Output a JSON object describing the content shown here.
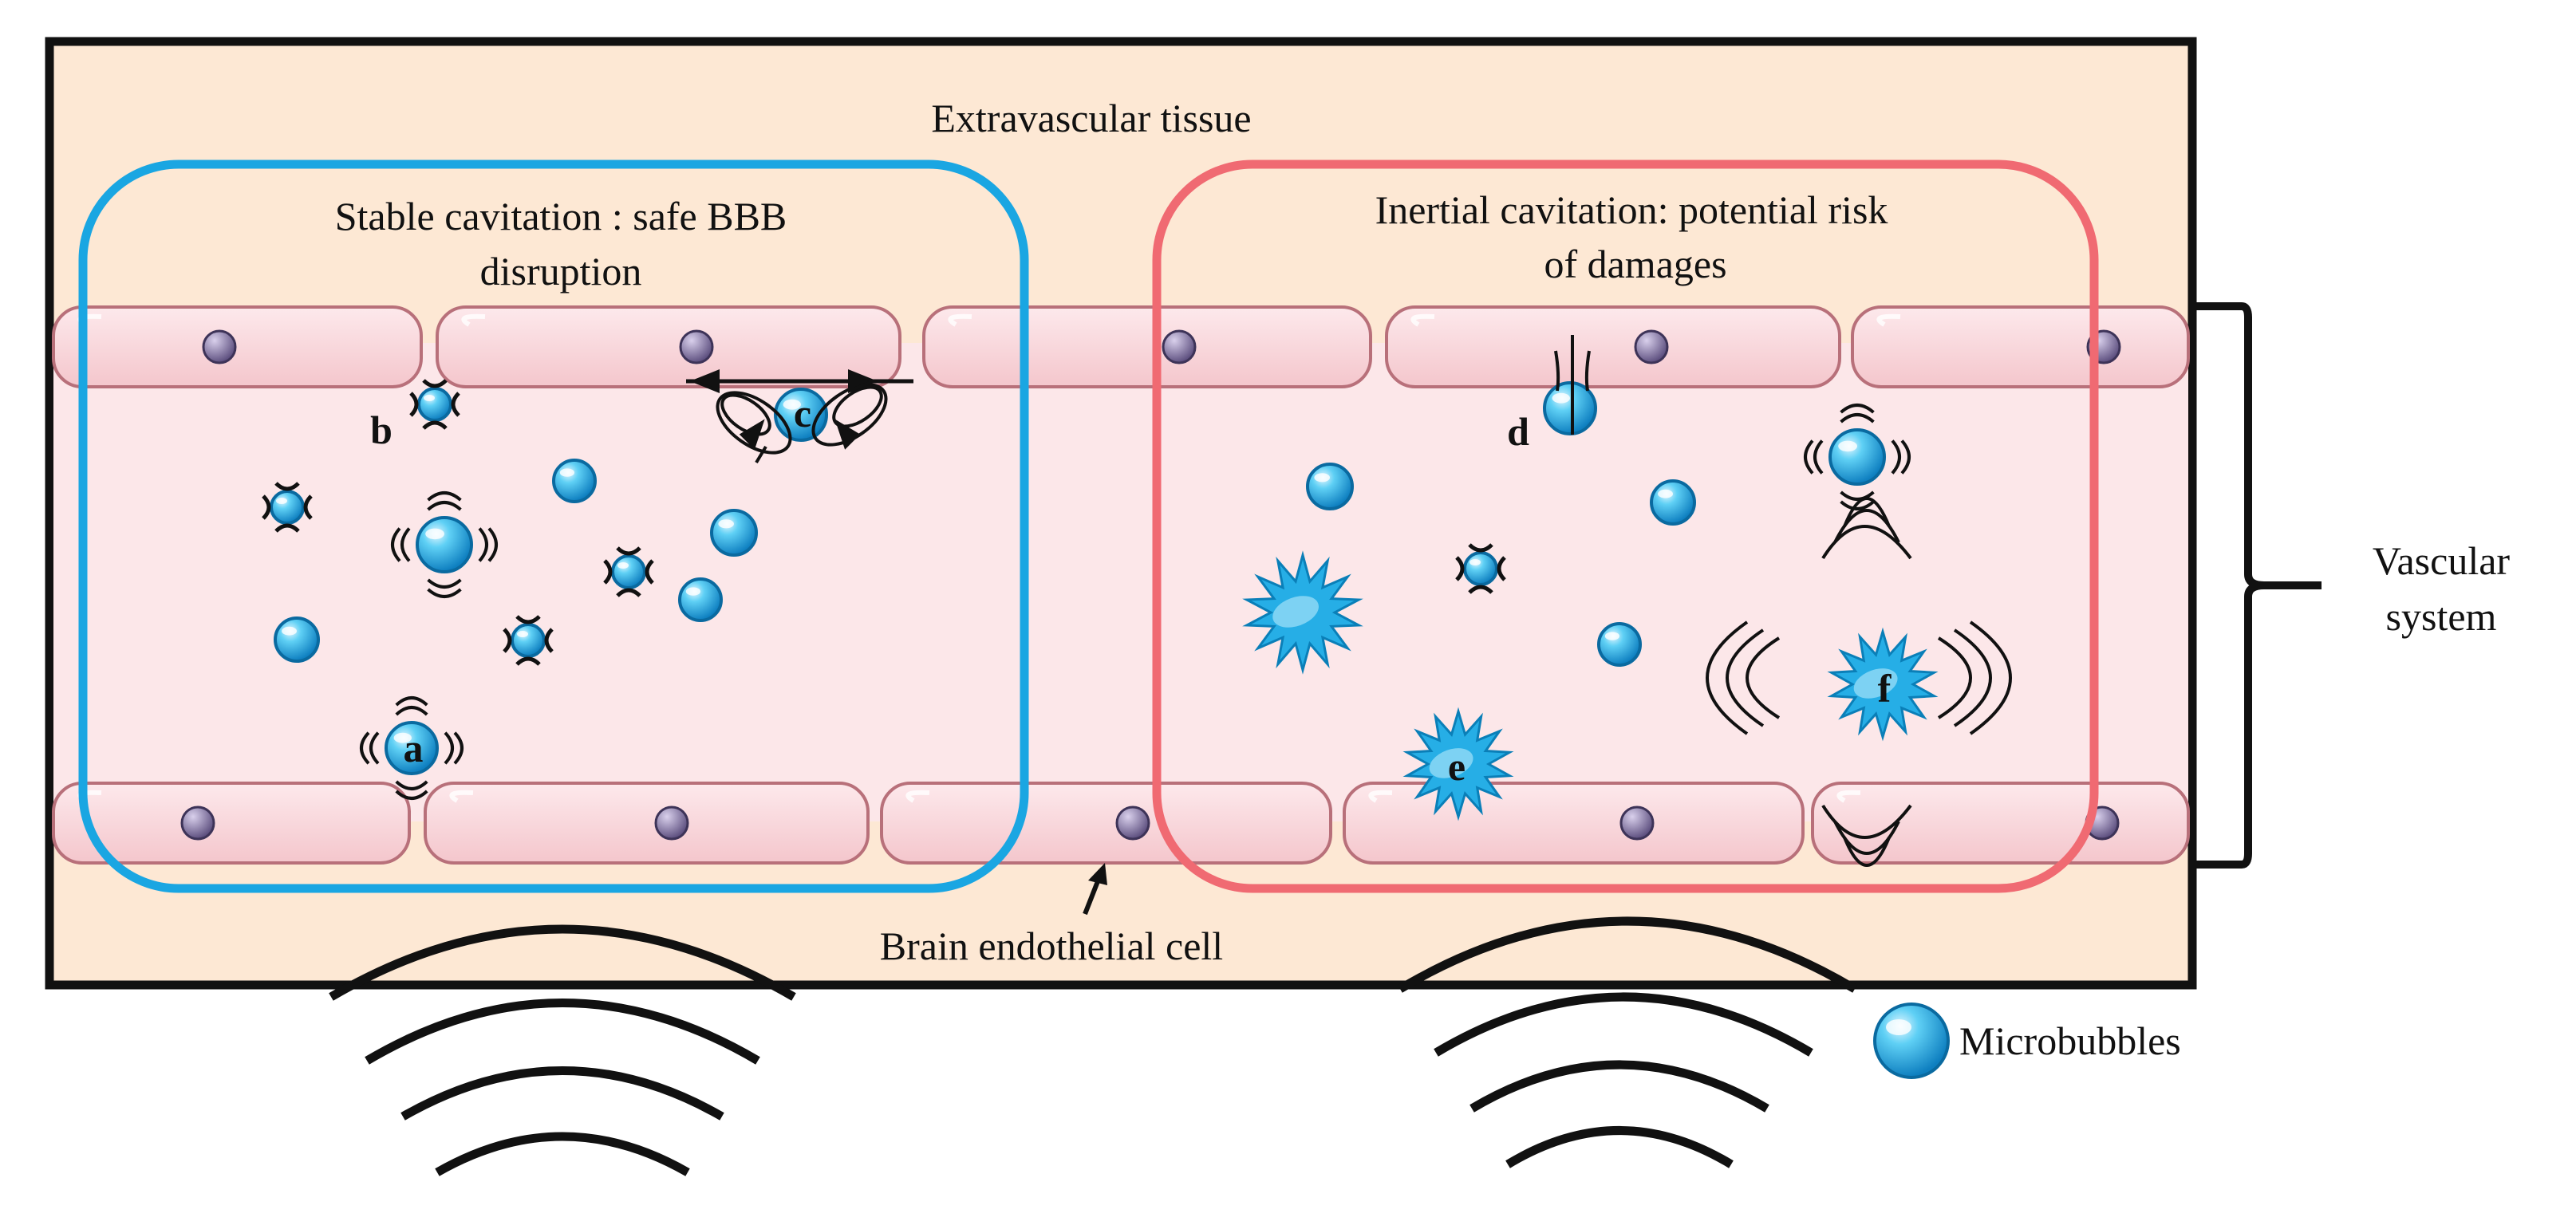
{
  "labels": {
    "extravascular": "Extravascular tissue",
    "stable_line1": "Stable cavitation : safe BBB",
    "stable_line2": "disruption",
    "inertial_line1": "Inertial cavitation: potential risk",
    "inertial_line2": "of damages",
    "endothelial": "Brain endothelial cell",
    "vascular_line1": "Vascular",
    "vascular_line2": "system",
    "legend": "Microbubbles"
  },
  "letters": {
    "a": "a",
    "b": "b",
    "c": "c",
    "d": "d",
    "e": "e",
    "f": "f"
  },
  "colors": {
    "tissue": "#fde8d4",
    "vessel": "#fce4e6",
    "cell": "#f9d2d6",
    "nucleus": "#8a7aa8",
    "stable_box": "#1aa6e2",
    "inertial_box": "#f06a72",
    "bubble": "#2bb0e2"
  },
  "icons": [
    "microbubble-icon",
    "ultrasound-wave-icon",
    "collapsing-bubble-icon",
    "bracket-icon"
  ]
}
